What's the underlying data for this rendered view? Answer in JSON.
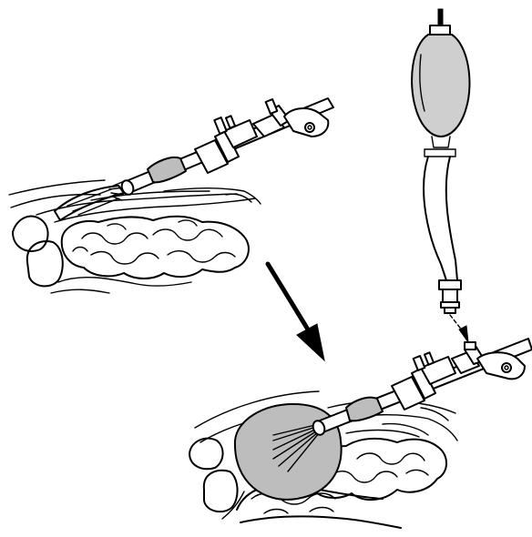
{
  "figure": {
    "background": "#ffffff",
    "line_color": "#000000",
    "fill_color": "#bdbdbd",
    "panels": [
      {
        "id": "before",
        "items": [
          "laparoscope",
          "balloon-dissector-deflated",
          "abdominal-wall",
          "bowel-loops"
        ]
      },
      {
        "id": "after",
        "items": [
          "laparoscope",
          "balloon-dissector-inflated",
          "abdominal-wall",
          "bowel-loops"
        ]
      }
    ],
    "pump": {
      "items": [
        "inflation-bulb",
        "tubing",
        "connector",
        "flow-arrow"
      ]
    },
    "transition_arrow": {
      "direction": "down-right"
    }
  }
}
